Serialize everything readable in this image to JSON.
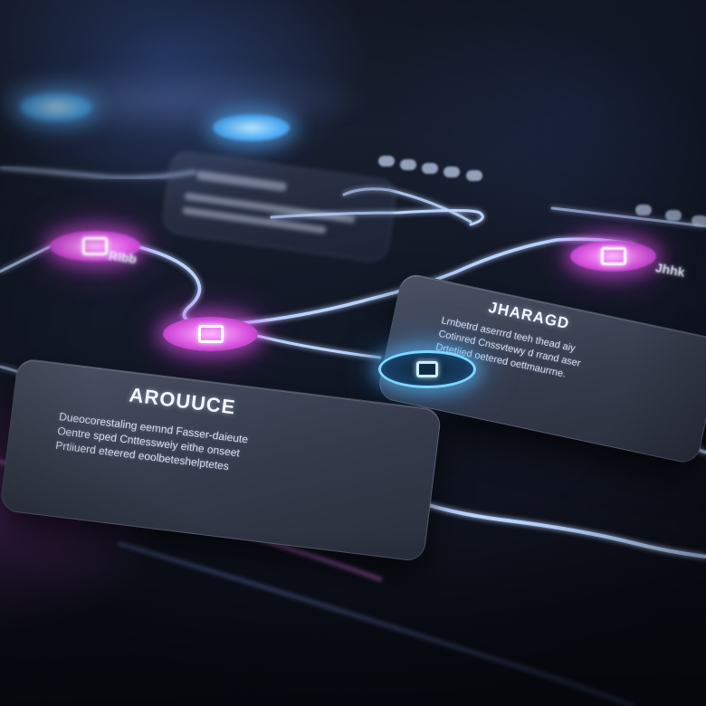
{
  "colors": {
    "background": "#0f131f",
    "wire": "#b8d4ff",
    "node_pink": "#d955e0",
    "node_blue": "#5cb8ff",
    "card": "#3a4052"
  },
  "cards": [
    {
      "id": "arovuce",
      "title": "AROUUCE",
      "lines": [
        "Dueocorestaling eemnd Fasser-daieute",
        "Oentre sped Cnttessweiy eithe onseet",
        "Prtiiuerd eteered eoolbeteshelptetes"
      ]
    },
    {
      "id": "jharago",
      "title": "JHARAGD",
      "lines": [
        "Lrnbetrd aserrrd teeh thead aiy",
        "Cotinred Cnssvtewy d rrand aser",
        "Drtetiied oetered oettmaurrne."
      ]
    }
  ],
  "nodes": [
    {
      "id": "pink-center",
      "icon": "window-icon",
      "color": "pink"
    },
    {
      "id": "blue-center",
      "icon": "image-icon",
      "color": "blue"
    },
    {
      "id": "pink-left",
      "icon": "window-icon",
      "color": "pink"
    },
    {
      "id": "pink-right",
      "icon": "window-icon",
      "color": "pink"
    },
    {
      "id": "blue-top",
      "icon": "dot-icon",
      "color": "blue"
    }
  ],
  "labels": {
    "left": "Rlbb",
    "right": "Jhhk"
  }
}
